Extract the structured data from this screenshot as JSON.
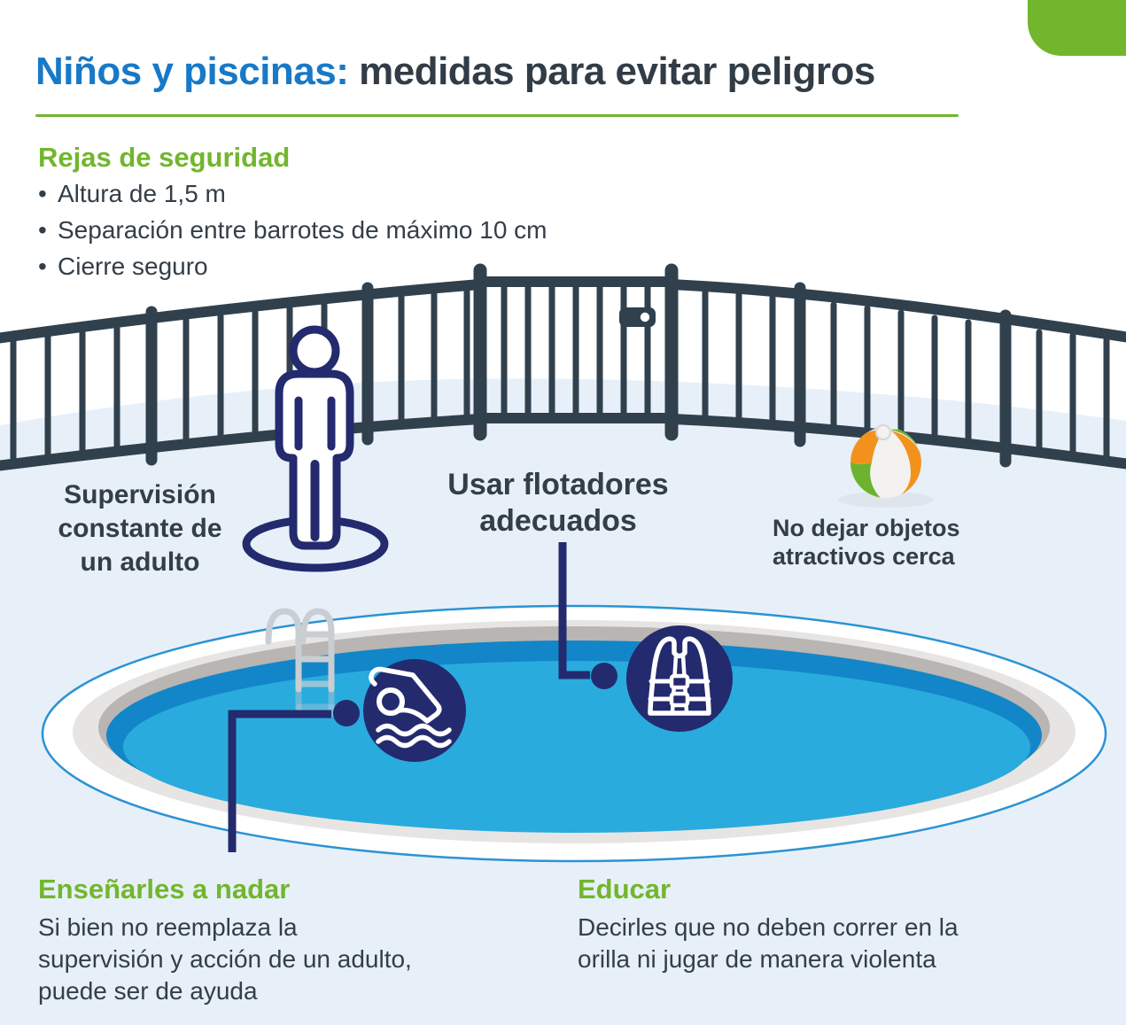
{
  "title": {
    "highlight": "Niños y piscinas:",
    "rest": " medidas para evitar peligros"
  },
  "fence_rules": {
    "heading": "Rejas de seguridad",
    "bullet_glyph": "•",
    "bullets": [
      "Altura de 1,5 m",
      "Separación entre barrotes de máximo 10 cm",
      "Cierre seguro"
    ]
  },
  "labels": {
    "supervision": {
      "text": "Supervisión constante de un adulto",
      "lines": [
        "Supervisión",
        "constante de",
        "un adulto"
      ]
    },
    "floaties": {
      "text": "Usar flotadores adecuados",
      "lines": [
        "Usar flotadores",
        "adecuados"
      ]
    },
    "objects": {
      "text": "No dejar objetos atractivos cerca",
      "lines": [
        "No dejar objetos",
        "atractivos cerca"
      ]
    }
  },
  "teach_swim": {
    "heading": "Enseñarles a nadar",
    "body": "Si bien no reemplaza la supervisión y acción de un adulto, puede ser de ayuda",
    "lines": [
      "Si bien no reemplaza la",
      "supervisión y acción de un adulto,",
      "puede ser de ayuda"
    ]
  },
  "educate": {
    "heading": "Educar",
    "body": "Decirles que no deben correr en la orilla ni jugar de manera violenta",
    "lines": [
      "Decirles que no deben correr en la",
      "orilla ni jugar de manera violenta"
    ]
  },
  "icons": {
    "swimmer": "swimmer-icon",
    "life_vest": "life-vest-icon",
    "beach_ball": "beach-ball-icon",
    "adult": "adult-figure-icon",
    "fence": "safety-fence-illustration",
    "pool": "pool-illustration",
    "ladder": "pool-ladder-icon"
  },
  "colors": {
    "title_blue": "#1879c7",
    "text_dark": "#333e48",
    "accent_green": "#72b62d",
    "illustration_navy": "#242a6e",
    "fence_slate": "#31404d",
    "background_lightblue": "#e7f0f9",
    "pool_water": "#29abde",
    "pool_water_deep": "#1286c8",
    "pool_outline": "#2b93d3",
    "ball_orange": "#f2921d",
    "ball_green": "#6db32f"
  }
}
